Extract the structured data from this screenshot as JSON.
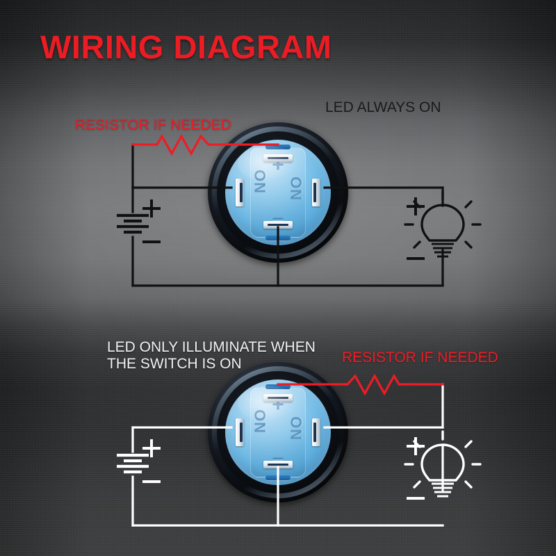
{
  "title": "WIRING DIAGRAM",
  "colors": {
    "title_red": "#ec1c24",
    "resistor_red": "#ee1c25",
    "wire_top": "#111111",
    "wire_bottom": "#ffffff",
    "switch_face_blue": "#6ab7e4",
    "switch_ring_black": "#0c0f13"
  },
  "diagram_top": {
    "label_resistor": "RESISTOR IF NEEDED",
    "label_mode": "LED ALWAYS ON",
    "wire_color_name": "black",
    "switch": {
      "terminal_top": "+",
      "terminal_bottom": "–",
      "terminal_left": "NO",
      "terminal_right": "NO"
    },
    "battery": {
      "plus": "+",
      "minus": "–"
    },
    "lamp": {
      "plus": "+",
      "minus": "–",
      "icon": "light-bulb-icon"
    },
    "resistor_side": "left"
  },
  "diagram_bottom": {
    "label_mode_line1": "LED ONLY ILLUMINATE WHEN",
    "label_mode_line2": "THE SWITCH IS ON",
    "label_resistor": "RESISTOR IF NEEDED",
    "wire_color_name": "white",
    "switch": {
      "terminal_top": "+",
      "terminal_bottom": "–",
      "terminal_left": "NO",
      "terminal_right": "NO"
    },
    "battery": {
      "plus": "+",
      "minus": "–"
    },
    "lamp": {
      "plus": "+",
      "minus": "–",
      "icon": "light-bulb-icon"
    },
    "resistor_side": "right"
  }
}
